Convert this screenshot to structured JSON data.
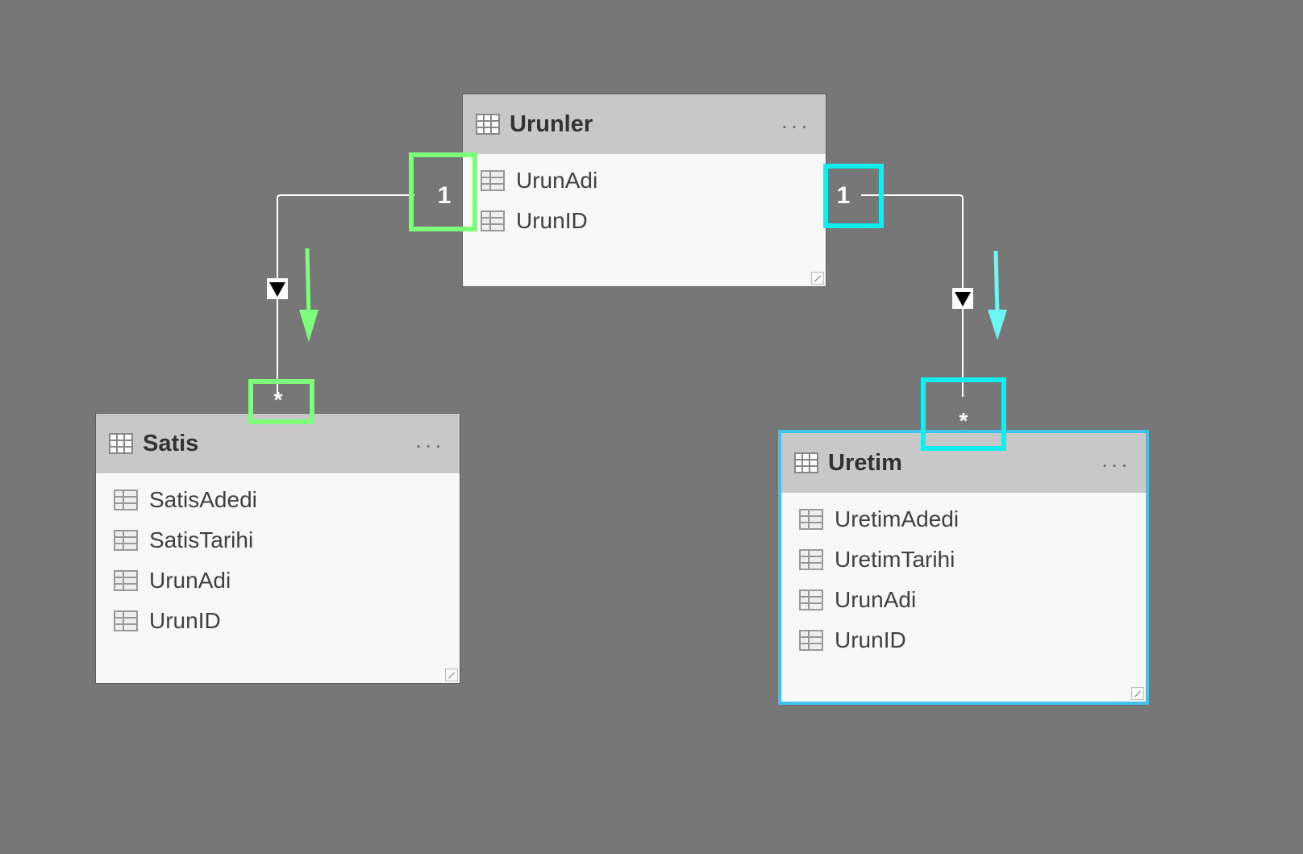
{
  "colors": {
    "background": "#777777",
    "green_highlight": "#7dfd7b",
    "cyan_highlight": "#12eef0",
    "selected_border": "#3fc3ec"
  },
  "tables": {
    "urunler": {
      "title": "Urunler",
      "more": "...",
      "fields": [
        "UrunAdi",
        "UrunID"
      ]
    },
    "satis": {
      "title": "Satis",
      "more": "...",
      "fields": [
        "SatisAdedi",
        "SatisTarihi",
        "UrunAdi",
        "UrunID"
      ]
    },
    "uretim": {
      "title": "Uretim",
      "more": "...",
      "fields": [
        "UretimAdedi",
        "UretimTarihi",
        "UrunAdi",
        "UrunID"
      ],
      "selected": true
    }
  },
  "relationships": [
    {
      "from": "Urunler",
      "to": "Satis",
      "from_cardinality": "1",
      "to_cardinality": "*",
      "filter_direction": "single"
    },
    {
      "from": "Urunler",
      "to": "Uretim",
      "from_cardinality": "1",
      "to_cardinality": "*",
      "filter_direction": "single"
    }
  ],
  "icons": {
    "table": "table-grid-icon",
    "filter": "filter-direction-arrow-icon"
  }
}
